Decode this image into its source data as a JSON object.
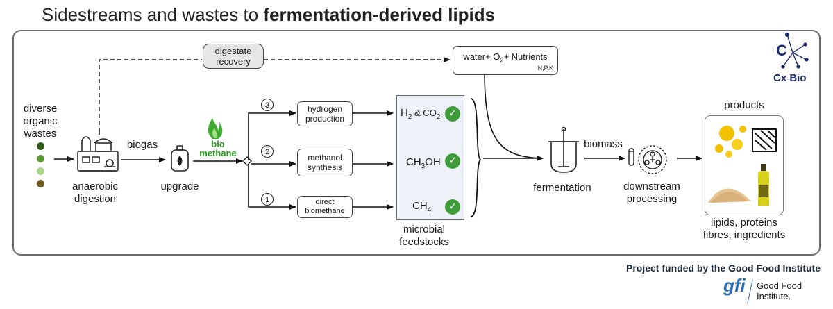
{
  "title": {
    "prefix": "Sidestreams and wastes to ",
    "bold": "fermentation-derived lipids"
  },
  "colors": {
    "green_check": "#3e9b3a",
    "bio_green": "#2a9d1f",
    "cx_navy": "#1c2a6b",
    "gfi_blue": "#2a6fb5",
    "feedstock_bg": "#edf2f8"
  },
  "inputs": {
    "label": "diverse\norganic\nwastes",
    "dot_colors": [
      "#2f5a1c",
      "#5e9c3a",
      "#a9d68a",
      "#6b5a1c"
    ]
  },
  "digestion": {
    "label": "anaerobic\ndigestion",
    "icon": "digester-plant-icon"
  },
  "biogas": {
    "label": "biogas"
  },
  "upgrade": {
    "label": "upgrade",
    "icon": "gas-cylinder-icon"
  },
  "biomethane": {
    "line1": "bio",
    "line2": "methane",
    "icon": "flame-icon"
  },
  "digestate": {
    "label": "digestate\nrecovery"
  },
  "nutrients": {
    "water": "water+ O",
    "o_sub": "2",
    "plus": "+ Nutrients",
    "npk": "N,P,K"
  },
  "routes": [
    {
      "number": "3",
      "label": "hydrogen\nproduction"
    },
    {
      "number": "2",
      "label": "methanol\nsynthesis"
    },
    {
      "number": "1",
      "label": "direct\nbiomethane"
    }
  ],
  "feedstocks": {
    "h2": {
      "a": "H",
      "a_sub": "2",
      "mid": " & CO",
      "b_sub": "2"
    },
    "meoh": {
      "a": "CH",
      "a_sub": "3",
      "b": "OH"
    },
    "ch4": {
      "a": "CH",
      "a_sub": "4"
    },
    "check_glyph": "✓",
    "caption": "microbial\nfeedstocks"
  },
  "fermentation": {
    "label": "fermentation",
    "icon": "bioreactor-icon"
  },
  "biomass": {
    "label": "biomass"
  },
  "downstream": {
    "label": "downstream\nprocessing",
    "icon": "centrifuge-icon"
  },
  "products": {
    "title": "products",
    "caption": "lipids, proteins\nfibres, ingredients",
    "icons": [
      "lipid-droplets-icon",
      "fibres-icon",
      "protein-powder-icon",
      "oil-bottle-icon"
    ]
  },
  "brand": {
    "cx": "Cx Bio",
    "cx_glyph": "C"
  },
  "funding": {
    "text": "Project funded by the Good Food Institute",
    "gfi_mark": "gfi",
    "gfi_name": "Good Food\nInstitute."
  }
}
